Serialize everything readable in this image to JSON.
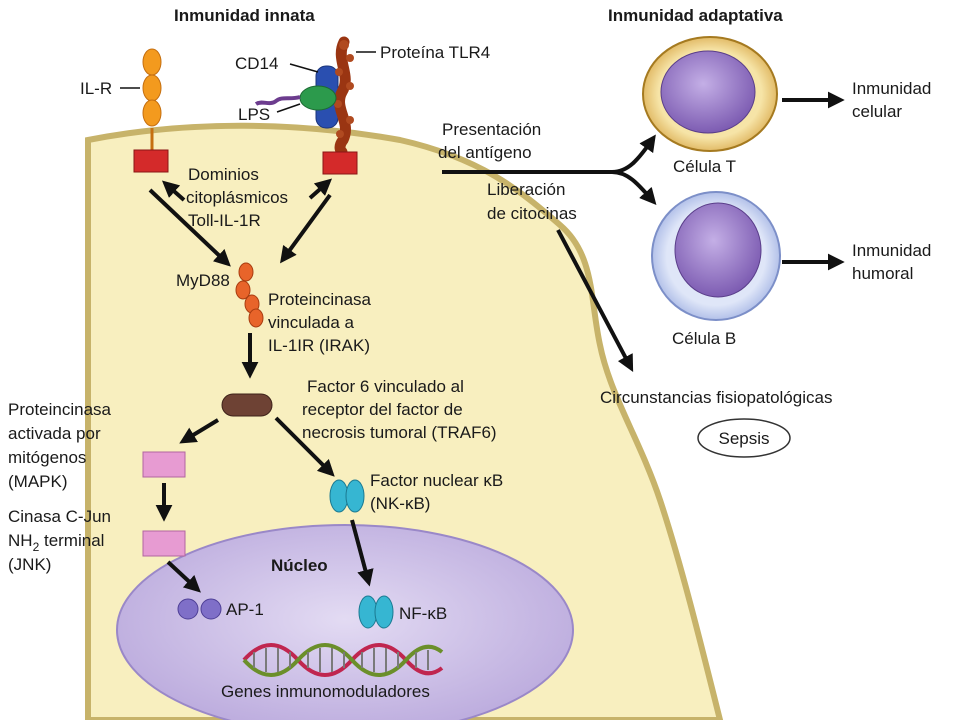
{
  "headers": {
    "innate": "Inmunidad innata",
    "adaptive": "Inmunidad adaptativa"
  },
  "receptors": {
    "il_r": "IL-R",
    "cd14": "CD14",
    "tlr4": "Proteína TLR4",
    "lps": "LPS"
  },
  "toll_domains": [
    "Dominios",
    "citoplásmicos",
    "Toll-IL-1R"
  ],
  "myd88": "MyD88",
  "irak": [
    "Proteincinasa",
    "vinculada a",
    "IL-1IR (IRAK)"
  ],
  "traf6": [
    "Factor 6 vinculado al",
    "receptor del factor de",
    "necrosis tumoral (TRAF6)"
  ],
  "mapk": [
    "Proteincinasa",
    "activada por",
    "mitógenos",
    "(MAPK)"
  ],
  "jnk": {
    "line1": "Cinasa C-Jun",
    "line2_prefix": "NH",
    "line2_sub": "2",
    "line2_suffix": " terminal",
    "line3": "(JNK)"
  },
  "nfkb_cyto": [
    "Factor nuclear κB",
    "(NK-κB)"
  ],
  "nucleus": {
    "title": "Núcleo",
    "ap1": "AP-1",
    "nfkb": "NF-κB",
    "genes": "Genes inmunomoduladores"
  },
  "adaptive": {
    "antigen": [
      "Presentación",
      "del antígeno"
    ],
    "cytokines": [
      "Liberación",
      "de citocinas"
    ],
    "t_cell": "Célula T",
    "b_cell": "Célula B",
    "cellular": [
      "Inmunidad",
      "celular"
    ],
    "humoral": [
      "Inmunidad",
      "humoral"
    ],
    "circumstances": "Circunstancias fisiopatológicas",
    "sepsis": "Sepsis"
  },
  "colors": {
    "cytoplasm": "#f8efbf",
    "membrane": "#c7b36a",
    "nucleus": "#c7b7e3",
    "il_r": "#f39a1e",
    "cd14": "#2a4fb0",
    "tlr4": "#9a3512",
    "lps_green": "#2c9a4c",
    "lps_tail": "#6c3c8e",
    "tir_box": "#d42a2a",
    "myd88": "#e8642a",
    "traf6": "#6e4234",
    "mapk": "#e79bd2",
    "nfkb": "#36b6d2",
    "ap1": "#7f6fc8",
    "t_cell_ring": "#e8c270",
    "b_cell_ring": "#b7c4ea",
    "cell_nucleus": "#8d6cc0"
  }
}
